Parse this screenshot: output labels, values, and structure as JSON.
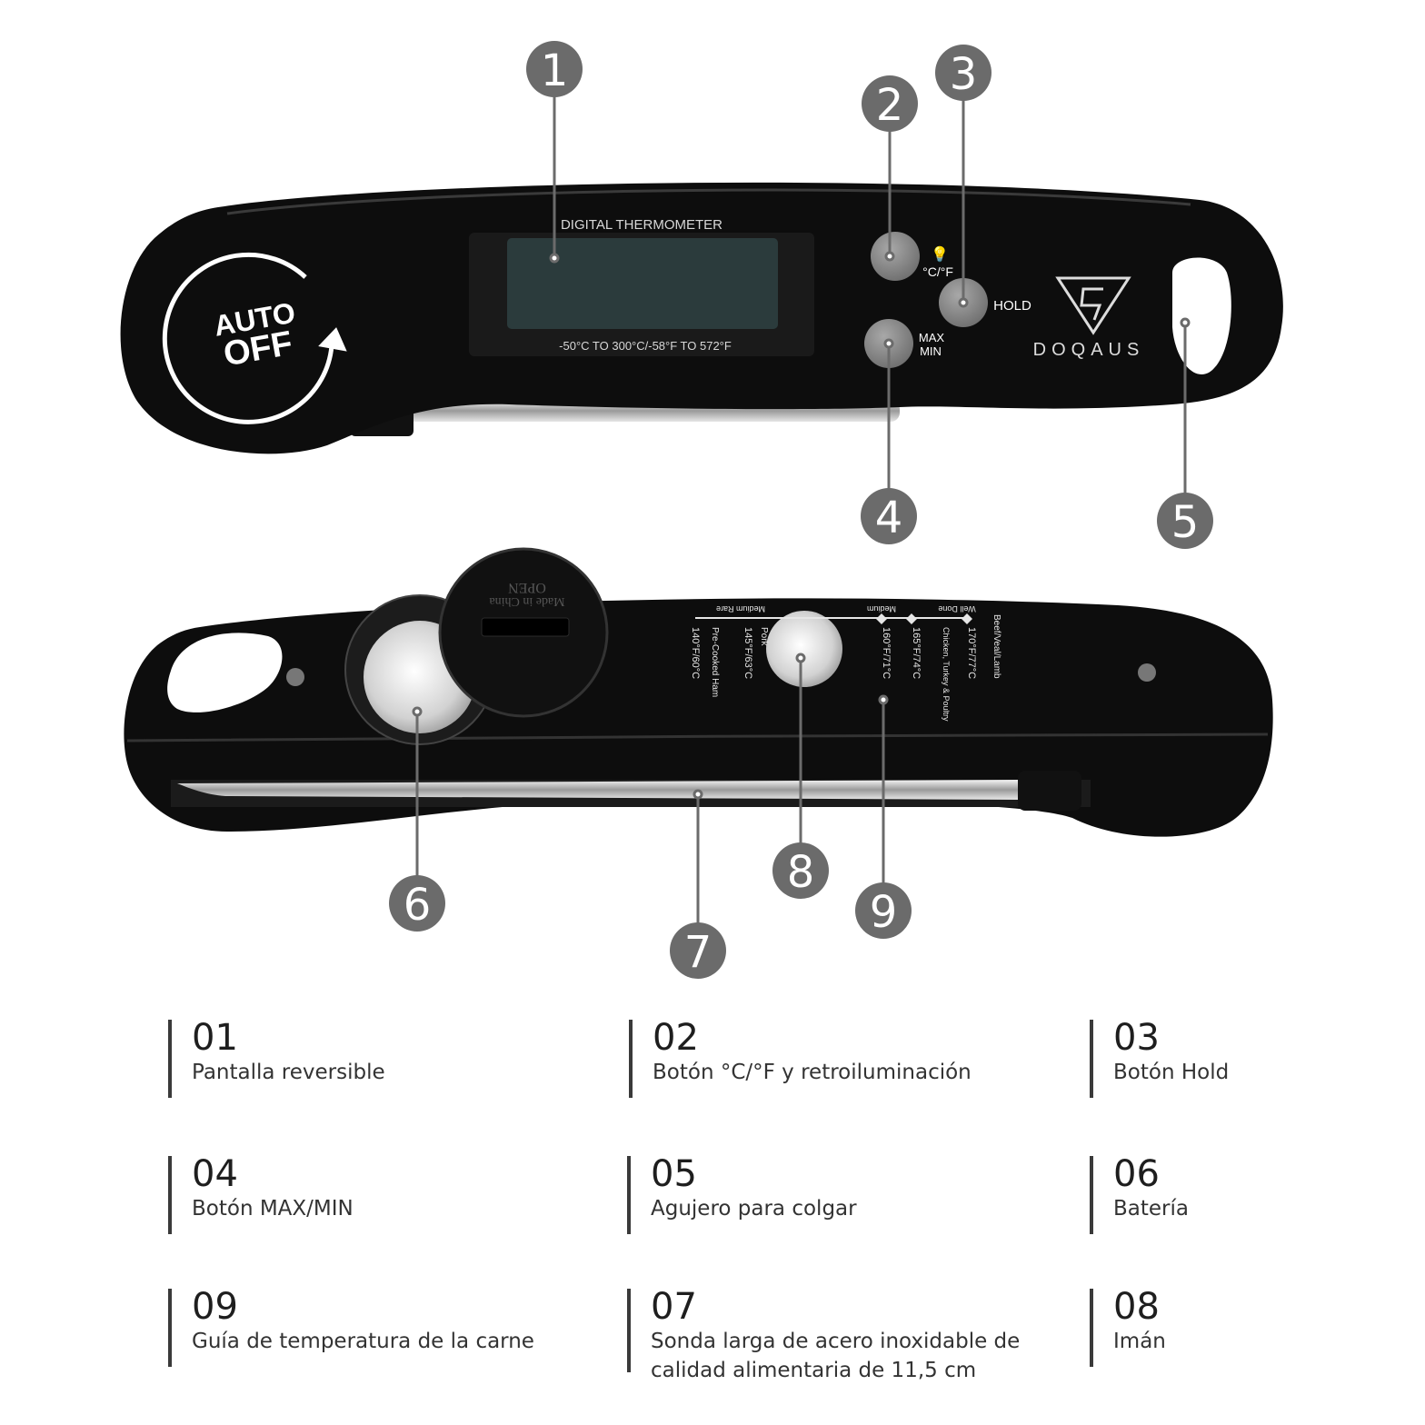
{
  "device_top": {
    "display_label": "DIGITAL THERMOMETER",
    "range_label": "-50°C  TO 300°C/-58°F  TO 572°F",
    "auto_off_line1": "AUTO",
    "auto_off_line2": "OFF",
    "unit_button_label": "°C/°F",
    "hold_button_label": "HOLD",
    "maxmin_line1": "MAX",
    "maxmin_line2": "MIN",
    "brand": "DOQAUS"
  },
  "device_bottom": {
    "battery_cover_text1": "OPEN",
    "battery_cover_text2": "Made in China",
    "guide_headers": [
      "Medium Rare",
      "Medium",
      "Well Done"
    ],
    "guide_entries": [
      {
        "temp": "140°F/60°C",
        "label": "Pre-Cooked Ham"
      },
      {
        "temp": "145°F/63°C",
        "label": "Pork"
      },
      {
        "temp": "160°F/71°C",
        "label": ""
      },
      {
        "temp": "165°F/74°C",
        "label": "Chicken, Turkey & Poultry"
      },
      {
        "temp": "170°F/77°C",
        "label": "Beef/Veal/Lamb"
      }
    ]
  },
  "callouts": [
    "1",
    "2",
    "3",
    "4",
    "5",
    "6",
    "7",
    "8",
    "9"
  ],
  "colors": {
    "badge": "#6b6b6b",
    "body": "#0d0d0d",
    "lcd": "#2b3b3c",
    "button": "#8a8a8a"
  },
  "features": [
    {
      "num": "01",
      "desc": "Pantalla reversible"
    },
    {
      "num": "02",
      "desc": "Botón °C/°F y retroiluminación"
    },
    {
      "num": "03",
      "desc": "Botón Hold"
    },
    {
      "num": "04",
      "desc": "Botón MAX/MIN"
    },
    {
      "num": "05",
      "desc": "Agujero para colgar"
    },
    {
      "num": "06",
      "desc": "Batería"
    },
    {
      "num": "09",
      "desc": "Guía de temperatura de la carne"
    },
    {
      "num": "07",
      "desc": "Sonda larga de acero inoxidable de",
      "desc2": "calidad alimentaria de 11,5 cm"
    },
    {
      "num": "08",
      "desc": "Imán"
    }
  ]
}
